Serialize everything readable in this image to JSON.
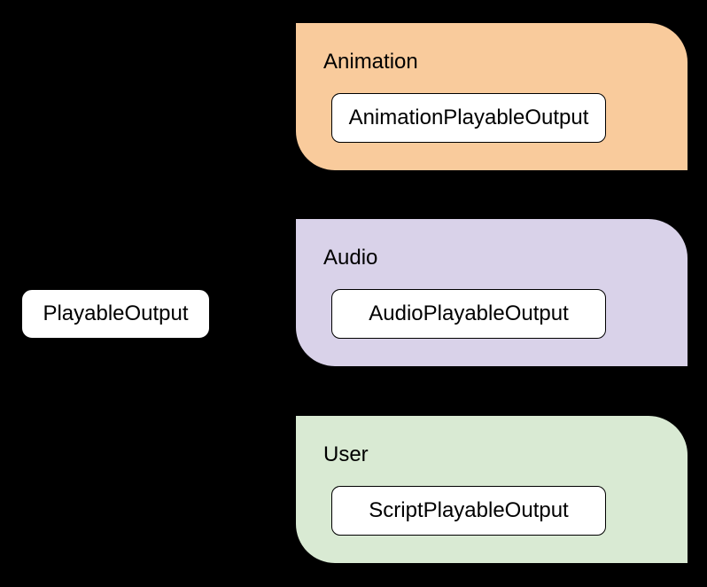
{
  "diagram": {
    "background_color": "#000000",
    "connector_color": "#000000",
    "node_fill": "#ffffff",
    "border_color": "#000000",
    "text_color": "#000000",
    "root_node": {
      "label": "PlayableOutput"
    },
    "groups": [
      {
        "label": "Animation",
        "fill": "#f9cb9c",
        "child_node": {
          "label": "AnimationPlayableOutput"
        }
      },
      {
        "label": "Audio",
        "fill": "#d9d2e9",
        "child_node": {
          "label": "AudioPlayableOutput"
        }
      },
      {
        "label": "User",
        "fill": "#d9ead3",
        "child_node": {
          "label": "ScriptPlayableOutput"
        }
      }
    ]
  }
}
